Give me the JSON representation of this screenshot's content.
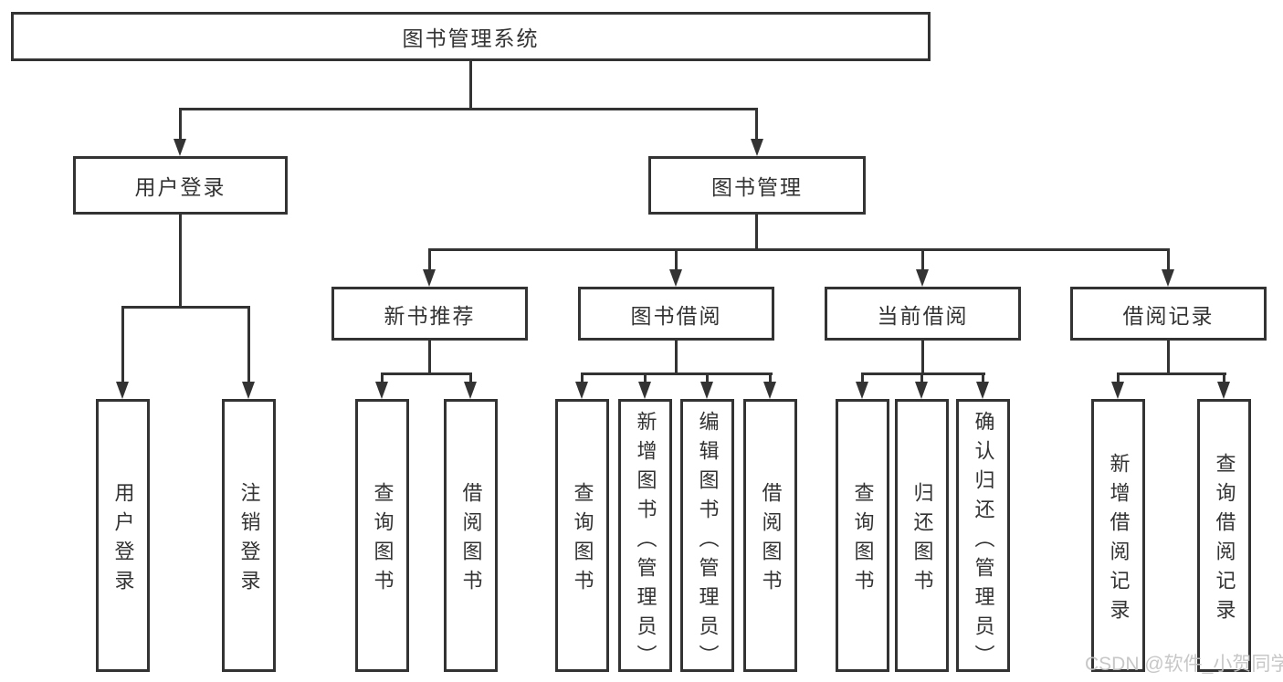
{
  "colors": {
    "line": "#333333",
    "border": "#333333",
    "text": "#333333",
    "watermark": "#c3c3c3",
    "background": "#ffffff"
  },
  "diagram": {
    "root": {
      "label": "图书管理系统"
    },
    "level2": {
      "user_login": {
        "label": "用户登录"
      },
      "book_mgmt": {
        "label": "图书管理"
      }
    },
    "level3": {
      "new_book": {
        "label": "新书推荐"
      },
      "borrow": {
        "label": "图书借阅"
      },
      "current": {
        "label": "当前借阅"
      },
      "records": {
        "label": "借阅记录"
      }
    },
    "leaves": {
      "user_login": [
        "用户登录",
        "注销登录"
      ],
      "new_book": [
        "查询图书",
        "借阅图书"
      ],
      "borrow": [
        "查询图书",
        "新增图书（管理员）",
        "编辑图书（管理员）",
        "借阅图书"
      ],
      "current": [
        "查询图书",
        "归还图书",
        "确认归还（管理员）"
      ],
      "records": [
        "新增借阅记录",
        "查询借阅记录"
      ]
    }
  },
  "watermark": {
    "text": "CSDN @软件_小贺同学"
  }
}
